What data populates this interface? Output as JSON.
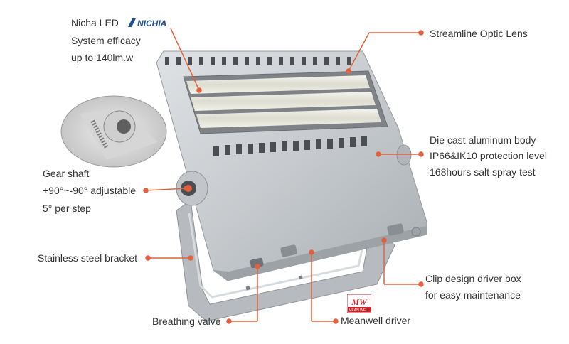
{
  "labels": {
    "nichia_led": "Nicha LED",
    "efficacy_1": "System efficacy",
    "efficacy_2": "up to 140lm.w",
    "optic_lens": "Streamline Optic Lens",
    "body_1": "Die cast aluminum body",
    "body_2": "IP66&IK10 protection level",
    "body_3": "168hours salt spray test",
    "gear_1": "Gear shaft",
    "gear_2": "+90°~-90° adjustable",
    "gear_3": "5° per step",
    "bracket": "Stainless steel bracket",
    "clip_1": "Clip design driver box",
    "clip_2": "for easy maintenance",
    "breathing_valve": "Breathing valve",
    "meanwell_driver": "Meanwell driver"
  },
  "logos": {
    "nichia": "NICHIA",
    "meanwell_top": "MW",
    "meanwell_bottom": "MEAN WELL"
  },
  "colors": {
    "callout": "#e2613c",
    "text": "#333333",
    "housing": "#c7cbcf",
    "nichia_blue": "#1f4f99",
    "meanwell_red": "#d21f26"
  }
}
